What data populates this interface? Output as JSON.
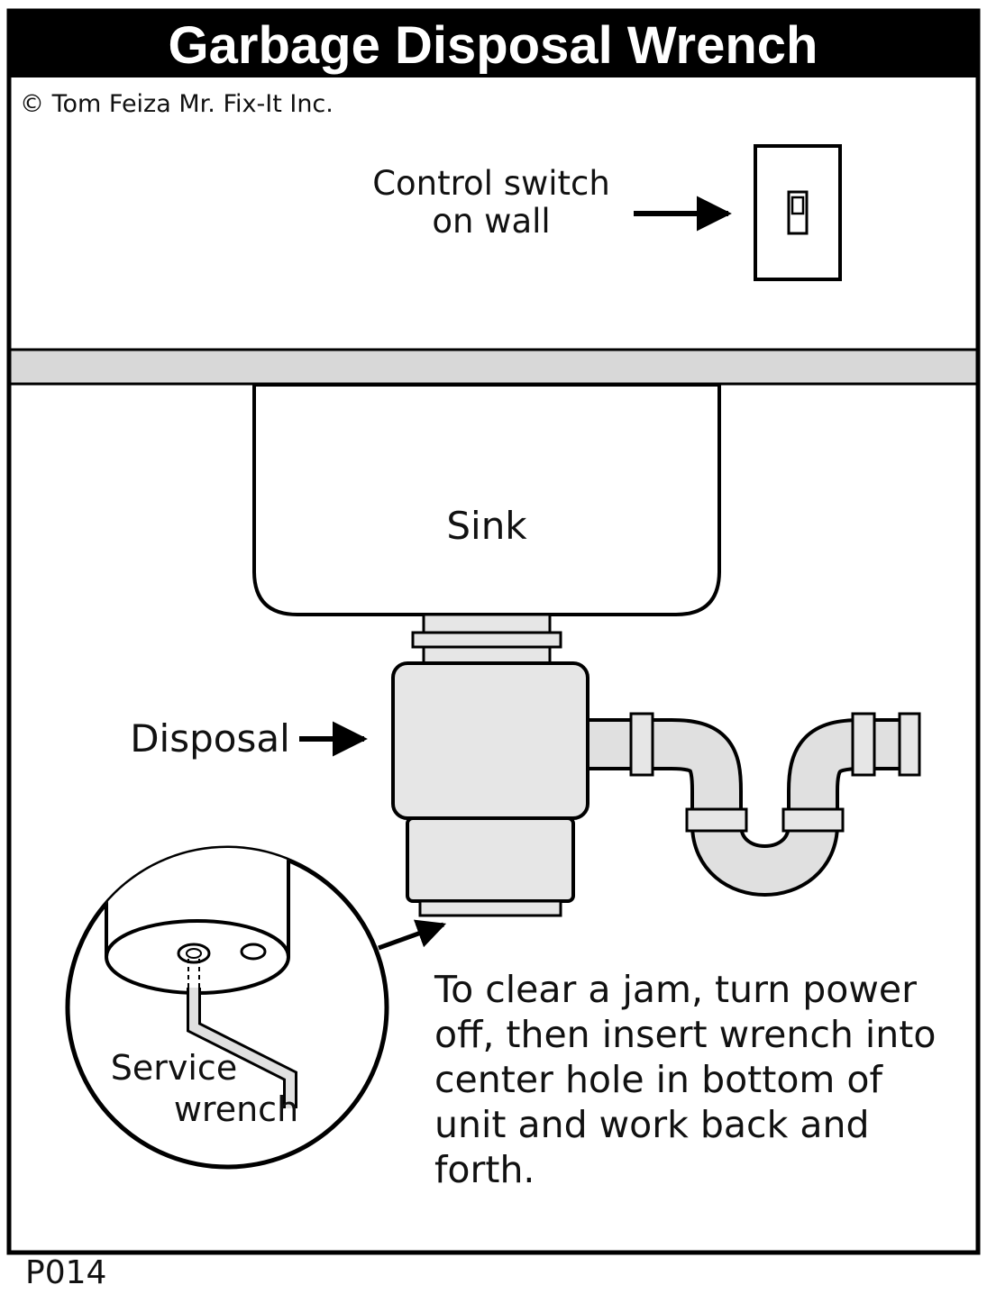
{
  "title": "Garbage Disposal Wrench",
  "copyright": "© Tom Feiza Mr. Fix-It Inc.",
  "labels": {
    "control_switch": [
      "Control switch",
      "on wall"
    ],
    "sink": "Sink",
    "disposal": "Disposal",
    "service_wrench": [
      "Service",
      "wrench"
    ]
  },
  "instruction_lines": [
    "To clear a jam, turn power",
    "off, then insert wrench into",
    "center hole in bottom of",
    "unit and work back and",
    "forth."
  ],
  "footer_code": "P014",
  "colors": {
    "background": "#ffffff",
    "title_bar": "#000000",
    "outline": "#000000",
    "counter": "#d8d8d8",
    "fixture": "#e6e6e6",
    "pipe": "#e0e0e0"
  }
}
